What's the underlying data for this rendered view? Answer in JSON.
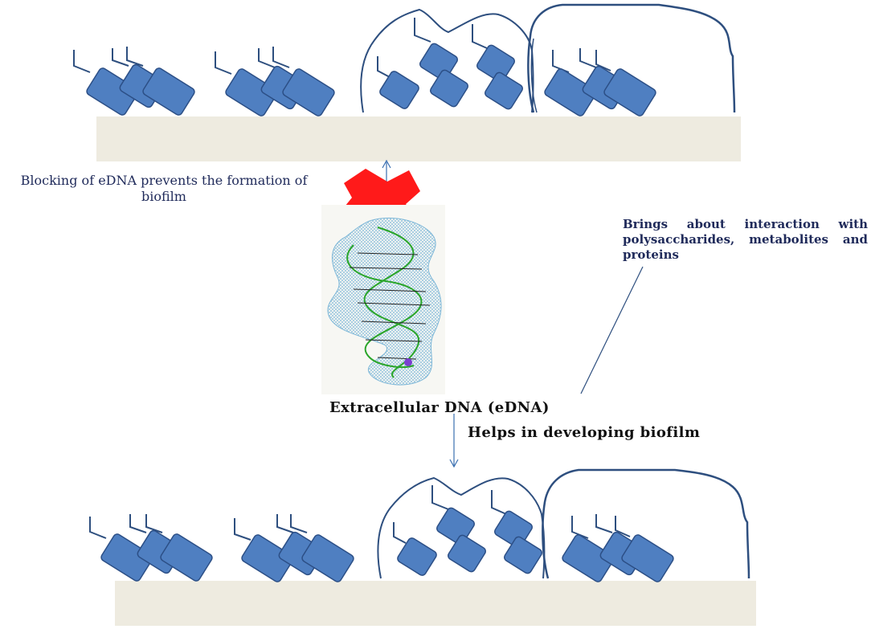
{
  "captions": {
    "blocking": "Blocking of eDNA prevents the formation of biofilm",
    "interaction": "Brings about interaction with polysaccharides, metabolites and proteins",
    "edna": "Extracellular DNA (eDNA)",
    "helps": "Helps in developing biofilm"
  },
  "colors": {
    "cell_fill": "#4f7fc1",
    "cell_stroke": "#2c4f86",
    "outline": "#2e4f7f",
    "substrate": "#eeebe0",
    "block_mark": "#ff1a1a",
    "caption_blue": "#1f2a5a",
    "dna_mesh": "#7fb8d8",
    "dna_backbone": "#2aa52a"
  },
  "icons": {
    "block_mark": "red-cross-icon",
    "dna_structure": "dna-double-helix-image"
  }
}
